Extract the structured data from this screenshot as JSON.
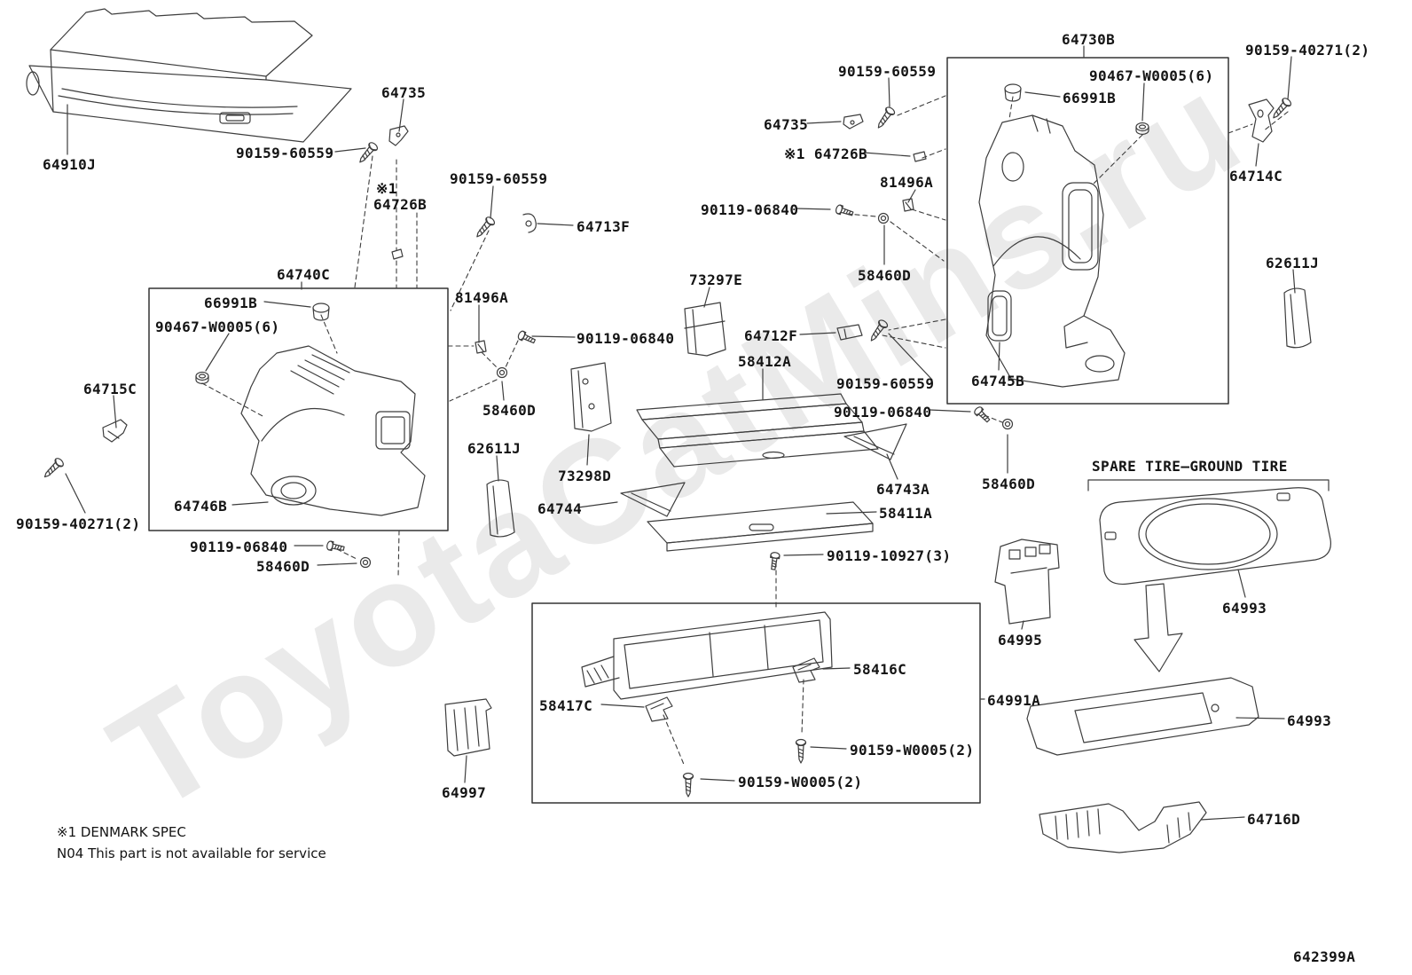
{
  "diagram": {
    "watermark": "ToyotaCatMins.ru",
    "drawing_number": "642399A",
    "spare_tire_heading": "SPARE TIRE–GROUND TIRE",
    "ref_marker": "※1",
    "notes": {
      "denmark": "※1 DENMARK SPEC",
      "service": "N04 This part is not  available for service"
    },
    "parts": {
      "p64910J": "64910J",
      "p64735": "64735",
      "p90159_60559": "90159-60559",
      "p64726B": "64726B",
      "ref_64726B": "※1 64726B",
      "p64713F": "64713F",
      "p64740C": "64740C",
      "p66991B": "66991B",
      "p90467_W0005": "90467-W0005(6)",
      "p81496A": "81496A",
      "p90119_06840": "90119-06840",
      "p64715C": "64715C",
      "p58460D": "58460D",
      "p62611J": "62611J",
      "p73298D": "73298D",
      "p64746B": "64746B",
      "p64744": "64744",
      "p90159_40271": "90159-40271(2)",
      "p73297E": "73297E",
      "p64712F": "64712F",
      "p58412A": "58412A",
      "p64743A": "64743A",
      "p58411A": "58411A",
      "p90119_10927": "90119-10927(3)",
      "p58416C": "58416C",
      "p58417C": "58417C",
      "p64991A": "64991A",
      "p90159_W0005": "90159-W0005(2)",
      "p64997": "64997",
      "p64730B": "64730B",
      "p64714C": "64714C",
      "p64745B": "64745B",
      "p64993": "64993",
      "p64995": "64995",
      "p64716D": "64716D"
    }
  }
}
